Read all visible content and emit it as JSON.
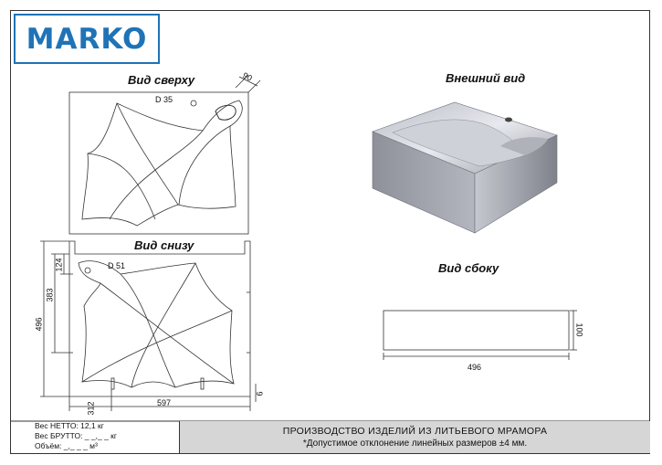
{
  "brand": {
    "logo_text": "MARKO"
  },
  "views": {
    "top": "Вид сверху",
    "bottom": "Вид снизу",
    "external": "Внешний вид",
    "side": "Вид сбоку"
  },
  "dimensions": {
    "top_angle": "90",
    "top_hole": "D 35",
    "bottom_hole": "D 51",
    "dim_124": "124",
    "dim_383": "383",
    "dim_496_left": "496",
    "dim_597": "597",
    "dim_312": "312",
    "dim_6": "6",
    "side_height": "100",
    "side_width": "496"
  },
  "footer": {
    "weight_net": "Вес НЕТТО: 12,1 кг",
    "weight_gross": "Вес БРУТТО: _ _,_ _ кг",
    "volume": "Объём: _,_ _ _ м³",
    "production": "ПРОИЗВОДСТВО ИЗДЕЛИЙ ИЗ ЛИТЬЕВОГО МРАМОРА",
    "tolerance": "*Допустимое отклонение линейных размеров ±4 мм."
  }
}
